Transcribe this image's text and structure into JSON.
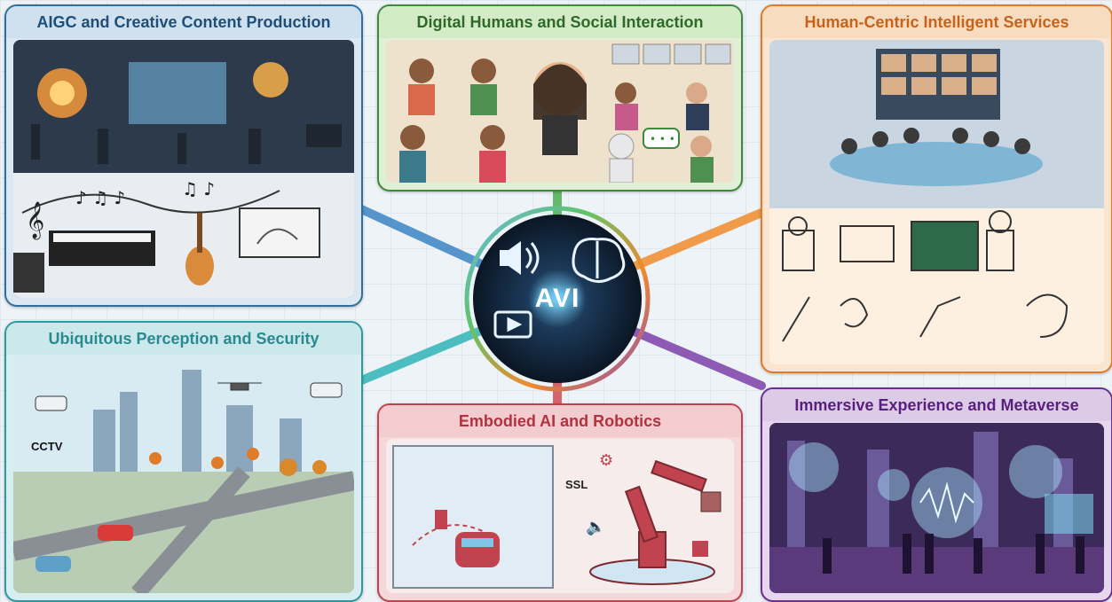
{
  "hub": {
    "label": "AVI",
    "icons": [
      "speaker-icon",
      "brain-icon",
      "video-icon"
    ]
  },
  "panels": {
    "aigc": {
      "title": "AIGC and Creative Content Production",
      "color": "#2f6f9a"
    },
    "digital_humans": {
      "title": "Digital Humans and Social Interaction",
      "color": "#3f8a3a"
    },
    "human_centric": {
      "title": "Human-Centric Intelligent Services",
      "color": "#e07b2a"
    },
    "perception": {
      "title": "Ubiquitous Perception and Security",
      "color": "#2e9aa0",
      "cctv_label": "CCTV"
    },
    "embodied": {
      "title": "Embodied AI and Robotics",
      "color": "#c0434f",
      "ssl_label": "SSL"
    },
    "immersive": {
      "title": "Immersive Experience and Metaverse",
      "color": "#6a2f8f"
    }
  }
}
